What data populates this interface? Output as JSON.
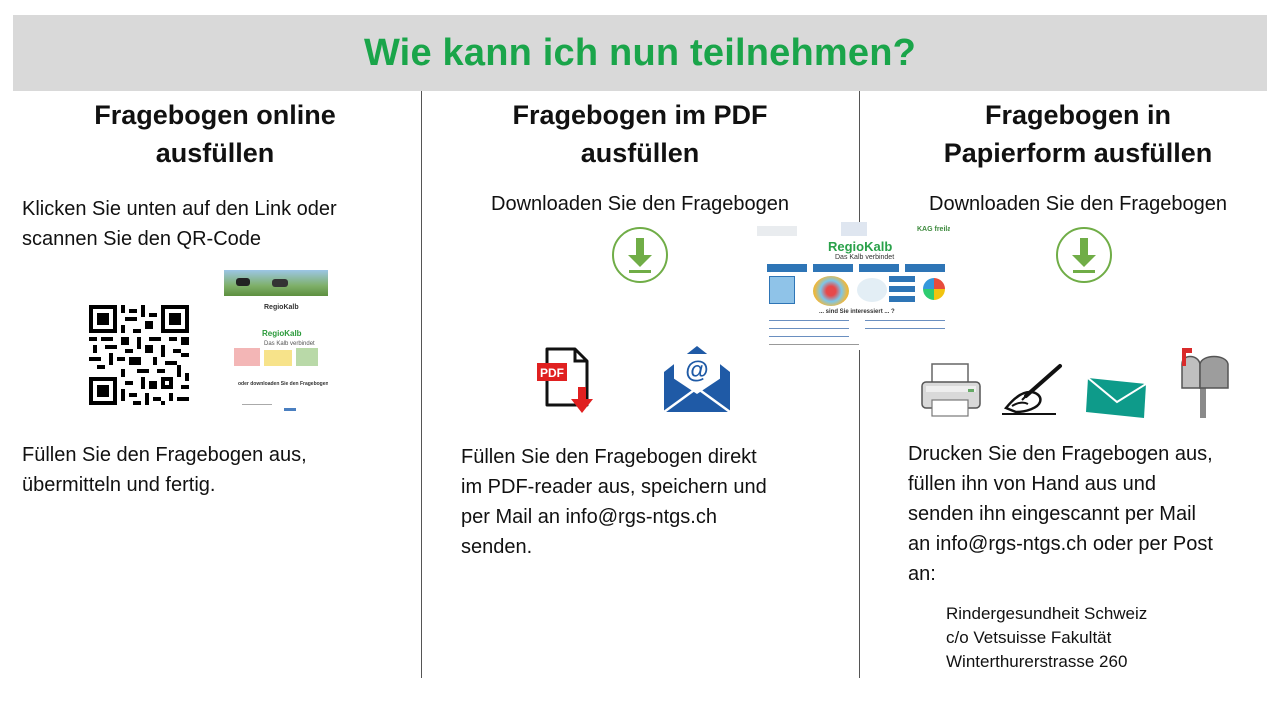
{
  "header": {
    "title": "Wie kann ich nun teilnehmen?"
  },
  "col1": {
    "title_line1": "Fragebogen online",
    "title_line2": "ausfüllen",
    "instr_line1": "Klicken Sie unten auf den Link oder",
    "instr_line2": "scannen Sie den QR-Code",
    "bottom_line1": "Füllen Sie den Fragebogen aus,",
    "bottom_line2": "übermitteln und fertig.",
    "preview": {
      "brand": "RegioKalb",
      "tagline": "Das Kalb verbindet",
      "download_text": "oder downloaden Sie den Fragebogen als PDF"
    }
  },
  "col2": {
    "title_line1": "Fragebogen im PDF",
    "title_line2": "ausfüllen",
    "download": "Downloaden Sie den Fragebogen",
    "pdf_label": "PDF",
    "bottom_line1": "Füllen Sie den Fragebogen direkt",
    "bottom_line2": "im PDF-reader aus, speichern und",
    "bottom_line3": "per Mail an info@rgs-ntgs.ch",
    "bottom_line4": "senden.",
    "preview": {
      "brand": "RegioKalb",
      "tagline": "Das Kalb verbindet",
      "partner": "KAG freiland",
      "question": "... sind Sie interessiert ... ?"
    }
  },
  "col3": {
    "title_line1": "Fragebogen in",
    "title_line2": "Papierform ausfüllen",
    "download": "Downloaden Sie den Fragebogen",
    "bottom_line1": "Drucken Sie den Fragebogen aus,",
    "bottom_line2": "füllen ihn von Hand aus und",
    "bottom_line3": "senden ihn eingescannt per Mail",
    "bottom_line4": "an info@rgs-ntgs.ch oder per Post",
    "bottom_line5": "an:",
    "address_line1": "Rindergesundheit Schweiz",
    "address_line2": "c/o Vetsuisse Fakultät",
    "address_line3": "Winterthurerstrasse 260"
  },
  "colors": {
    "accent_green": "#1aa54a",
    "icon_green": "#70ad47",
    "mail_blue": "#1f5aa6",
    "envelope_teal": "#0e9b8a",
    "pdf_red": "#e02020"
  }
}
